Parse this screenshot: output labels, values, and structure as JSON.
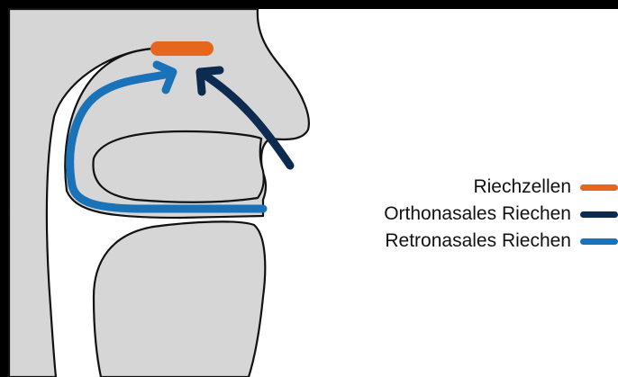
{
  "colors": {
    "background": "#ffffff",
    "frame": "#000000",
    "tissue": "#d6d6d6",
    "outline": "#111111",
    "olfactory_cells": "#e5661c",
    "orthonasal": "#0c2b4f",
    "retronasal": "#1a73b8"
  },
  "legend": [
    {
      "label": "Riechzellen",
      "color": "#e5661c"
    },
    {
      "label": "Orthonasales Riechen",
      "color": "#0c2b4f"
    },
    {
      "label": "Retronasales Riechen",
      "color": "#1a73b8"
    }
  ]
}
